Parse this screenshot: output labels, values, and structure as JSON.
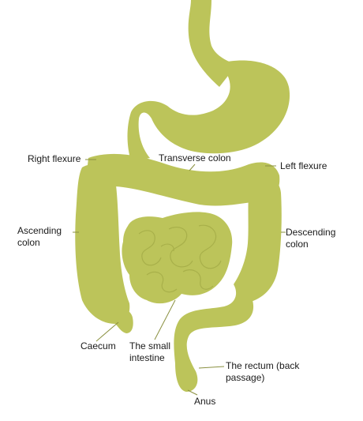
{
  "labels": {
    "right_flexure": "Right flexure",
    "transverse_colon": "Transverse colon",
    "left_flexure": "Left flexure",
    "ascending_colon_line1": "Ascending",
    "ascending_colon_line2": "colon",
    "descending_colon_line1": "Descending",
    "descending_colon_line2": "colon",
    "caecum": "Caecum",
    "small_intestine_line1": "The small",
    "small_intestine_line2": "intestine",
    "rectum_line1": "The rectum (back",
    "rectum_line2": "passage)",
    "anus": "Anus"
  },
  "colors": {
    "organ_fill": "#bcc45a",
    "organ_outline": "#a8b04a",
    "leader_line": "#8a9040",
    "text": "#1a1a1a"
  }
}
